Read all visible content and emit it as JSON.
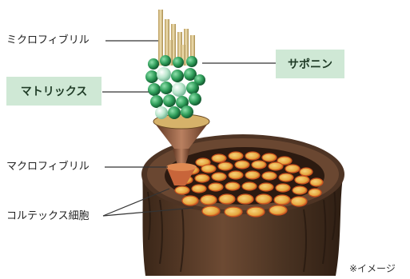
{
  "labels": {
    "microfibril": "ミクロフィブリル",
    "matrix": "マトリックス",
    "macrofibril": "マクロフィブリル",
    "cortex": "コルテックス細胞",
    "saponin": "サポニン"
  },
  "note": "※イメージ",
  "colors": {
    "label_box_bg": "#cfe8d5",
    "label_box_text": "#1f3b26",
    "sphere_green": "#2f9e5a",
    "sphere_pale": "#b9e6cc",
    "fiber": "#d8c08a",
    "cortex_outer": "#5a3f2b",
    "cortex_cell_fill": "#e5b24a",
    "cortex_cell_border": "#c8501f",
    "macro_cone": "#8a5a3c",
    "leader_line": "#333333"
  },
  "icons": [
    "hair-cross-section-illustration",
    "microfibril-bundle",
    "saponin-sphere",
    "cortex-cell"
  ]
}
